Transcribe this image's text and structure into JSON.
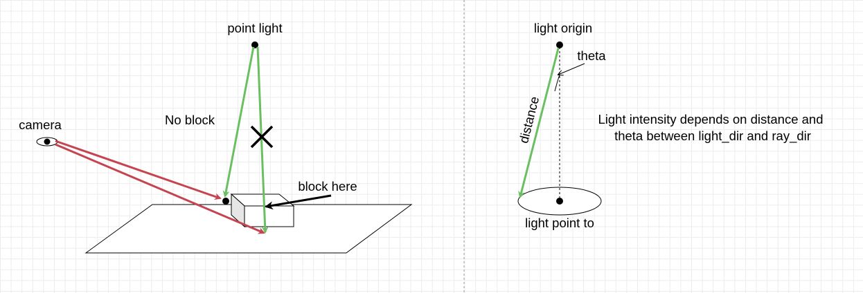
{
  "labels": {
    "point_light": "point light",
    "camera": "camera",
    "no_block": "No block",
    "block_here": "block here",
    "light_origin": "light origin",
    "theta": "theta",
    "distance": "distance",
    "light_point_to": "light point to",
    "intensity_line1": "Light intensity depends on distance and",
    "intensity_line2": "theta between light_dir and ray_dir"
  },
  "colors": {
    "ray_green": "#6abf60",
    "ray_red": "#c44450",
    "stroke": "#000000",
    "block_side": "#e6e6e6"
  }
}
